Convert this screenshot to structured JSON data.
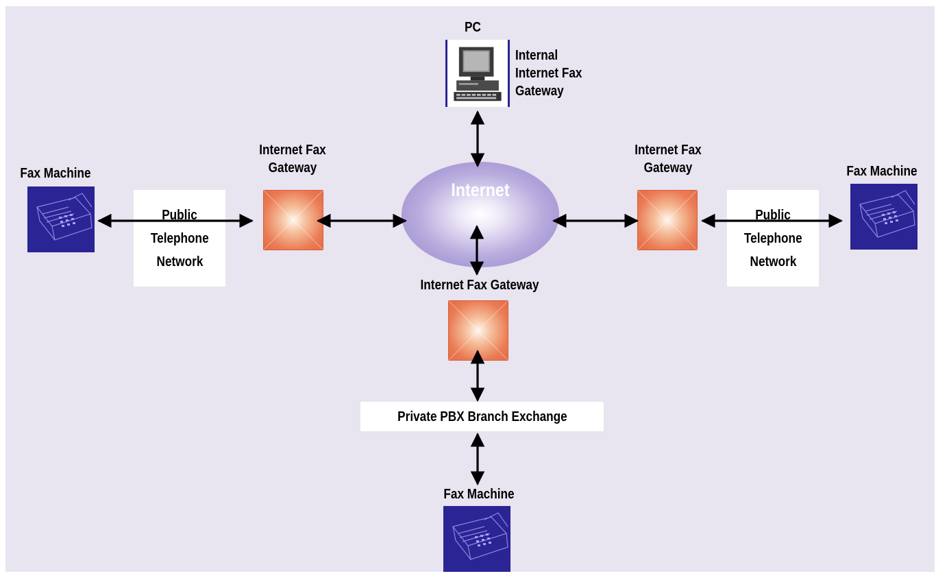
{
  "nodes": {
    "internet": "Internet",
    "pc_title": "PC",
    "pc_caption": [
      "Internal",
      "Internet Fax",
      "Gateway"
    ],
    "left_fax": "Fax Machine",
    "right_fax": "Fax Machine",
    "bottom_fax": "Fax Machine",
    "left_gateway": [
      "Internet Fax",
      "Gateway"
    ],
    "right_gateway": [
      "Internet Fax",
      "Gateway"
    ],
    "bottom_gateway": "Internet Fax Gateway",
    "left_network": [
      "Public",
      "Telephone",
      "Network"
    ],
    "right_network": [
      "Public",
      "Telephone",
      "Network"
    ],
    "pbx": "Private PBX Branch Exchange"
  },
  "colors": {
    "background": "#e8e4f0",
    "fax_icon": "#2a2494",
    "gateway": "#e36a44",
    "internet": "#9181c8",
    "arrow": "#000000"
  },
  "icons": {
    "fax": "fax-machine-icon",
    "pc": "computer-icon",
    "gateway": "gateway-icon",
    "internet": "cloud-icon"
  }
}
